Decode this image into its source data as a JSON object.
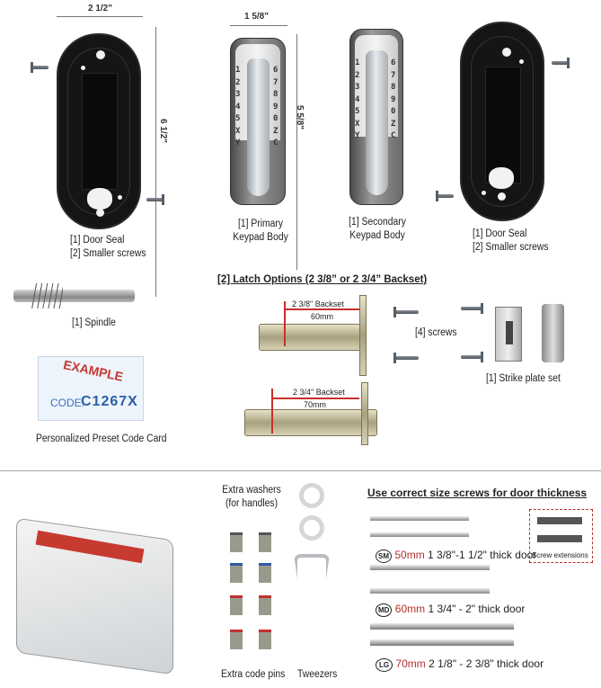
{
  "top": {
    "left_seal": {
      "width_dim": "2 1/2\"",
      "height_dim": "6 1/2\"",
      "label_line1": "[1] Door Seal",
      "label_line2": "[2] Smaller screws"
    },
    "primary": {
      "width_dim": "1 5/8\"",
      "height_dim": "5 5/8\"",
      "label_line1": "[1] Primary",
      "label_line2": "Keypad Body",
      "keys_left": "1 2 3 4 5 X Y",
      "keys_right": "6 7 8 9 0 Z C"
    },
    "secondary": {
      "label_line1": "[1] Secondary",
      "label_line2": "Keypad Body",
      "keys_left": "1 2 3 4 5 X Y",
      "keys_right": "6 7 8 9 0 Z C"
    },
    "right_seal": {
      "label_line1": "[1] Door Seal",
      "label_line2": "[2] Smaller screws"
    }
  },
  "middle": {
    "spindle_label": "[1] Spindle",
    "code_card": {
      "stamp": "EXAMPLE",
      "code_label": "CODE:",
      "code_value": "C1267X",
      "label": "Personalized Preset Code Card"
    },
    "latch": {
      "title": "[2] Latch Options (2 3/8” or 2 3/4” Backset)",
      "option1": {
        "backset": "2 3/8\" Backset",
        "mm": "60mm"
      },
      "option2": {
        "backset": "2 3/4\" Backset",
        "mm": "70mm"
      }
    },
    "screws_label": "[4] screws",
    "strike_label": "[1] Strike plate set"
  },
  "bottom": {
    "washers_label_line1": "Extra washers",
    "washers_label_line2": "(for handles)",
    "code_pins_label": "Extra code pins",
    "tweezers_label": "Tweezers",
    "screw_guide": {
      "title": "Use correct size screws for door thickness",
      "extensions_label": "Screw extensions",
      "sizes": [
        {
          "badge": "SM",
          "mm": "50mm",
          "desc": "1 3/8\"-1 1/2\"  thick door"
        },
        {
          "badge": "MD",
          "mm": "60mm",
          "desc": "1 3/4\" - 2\" thick door"
        },
        {
          "badge": "LG",
          "mm": "70mm",
          "desc": "2 1/8\" - 2 3/8\" thick door"
        }
      ]
    }
  },
  "colors": {
    "accent_red": "#b3322c",
    "seal_black": "#151515"
  }
}
